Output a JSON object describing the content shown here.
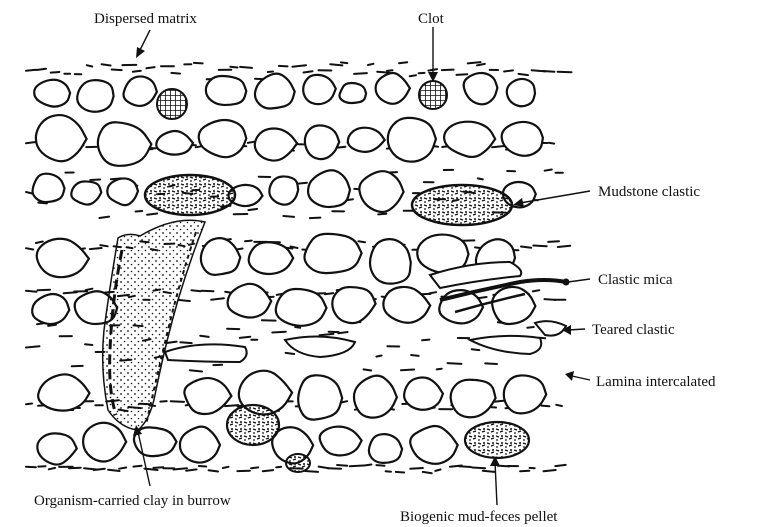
{
  "figure": {
    "labels": {
      "dispersed_matrix": "Dispersed matrix",
      "clot": "Clot",
      "mudstone_clastic": "Mudstone clastic",
      "clastic_mica": "Clastic mica",
      "teared_clastic": "Teared clastic",
      "lamina_intercalated": "Lamina intercalated",
      "organism_clay": "Organism-carried clay in burrow",
      "biogenic_pellet": "Biogenic mud-feces pellet"
    }
  }
}
